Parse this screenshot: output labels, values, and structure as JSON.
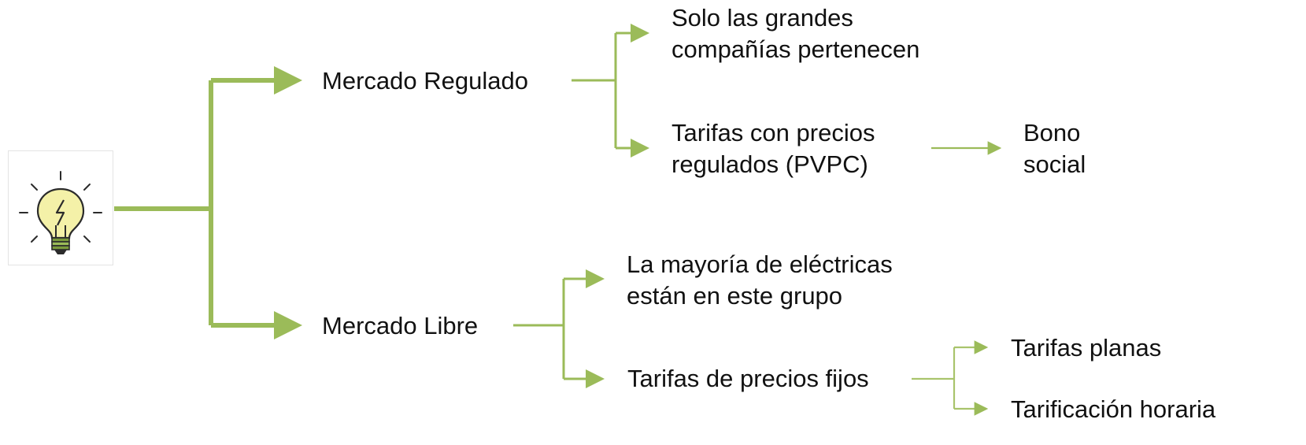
{
  "root": {
    "icon": "lightbulb-icon"
  },
  "colors": {
    "connector": "#9bbb59",
    "connector_light": "#a9c46c",
    "text": "#111111",
    "bulb_fill": "#f4f1a8",
    "bulb_stroke": "#2b2b2b",
    "bulb_base": "#7a9a3c"
  },
  "branches": {
    "regulado": {
      "label": "Mercado Regulado",
      "children": {
        "grandes": {
          "lines": [
            "Solo las grandes",
            "compañías pertenecen"
          ]
        },
        "tarifas_reguladas": {
          "lines": [
            "Tarifas con precios",
            "regulados (PVPC)"
          ]
        },
        "bono": {
          "lines": [
            "Bono",
            "social"
          ]
        }
      }
    },
    "libre": {
      "label": "Mercado Libre",
      "children": {
        "mayoria": {
          "lines": [
            "La mayoría de eléctricas",
            "están en este grupo"
          ]
        },
        "precios_fijos": {
          "label": "Tarifas de precios fijos"
        },
        "planas": {
          "label": "Tarifas planas"
        },
        "horaria": {
          "label": "Tarificación horaria"
        }
      }
    }
  }
}
